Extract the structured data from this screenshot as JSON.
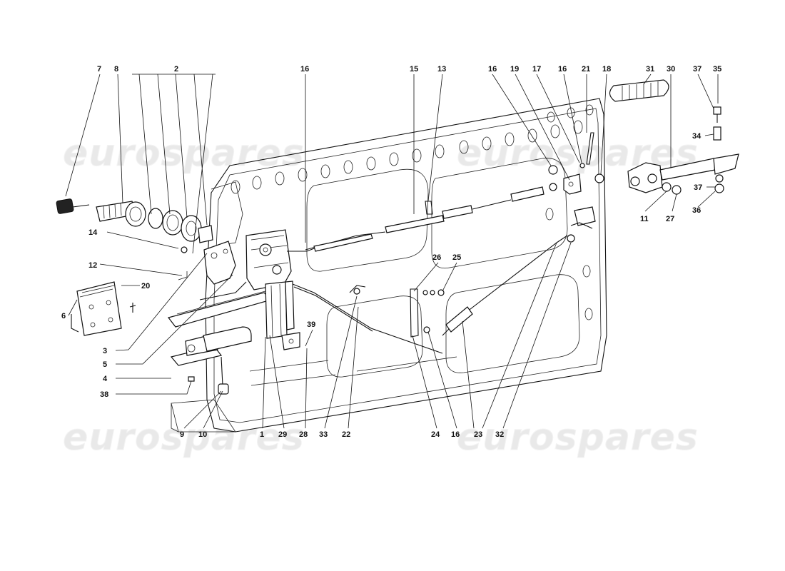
{
  "watermarks": [
    "eurospares",
    "eurospares",
    "eurospares",
    "eurospares"
  ],
  "callouts": [
    {
      "id": "c7",
      "text": "7"
    },
    {
      "id": "c8",
      "text": "8"
    },
    {
      "id": "c2",
      "text": "2"
    },
    {
      "id": "c16a",
      "text": "16"
    },
    {
      "id": "c15",
      "text": "15"
    },
    {
      "id": "c13",
      "text": "13"
    },
    {
      "id": "c16b",
      "text": "16"
    },
    {
      "id": "c19",
      "text": "19"
    },
    {
      "id": "c17",
      "text": "17"
    },
    {
      "id": "c16c",
      "text": "16"
    },
    {
      "id": "c21",
      "text": "21"
    },
    {
      "id": "c18",
      "text": "18"
    },
    {
      "id": "c31",
      "text": "31"
    },
    {
      "id": "c30",
      "text": "30"
    },
    {
      "id": "c37a",
      "text": "37"
    },
    {
      "id": "c35",
      "text": "35"
    },
    {
      "id": "c34",
      "text": "34"
    },
    {
      "id": "c14",
      "text": "14"
    },
    {
      "id": "c12",
      "text": "12"
    },
    {
      "id": "c20",
      "text": "20"
    },
    {
      "id": "c6",
      "text": "6"
    },
    {
      "id": "c3",
      "text": "3"
    },
    {
      "id": "c5",
      "text": "5"
    },
    {
      "id": "c4",
      "text": "4"
    },
    {
      "id": "c38",
      "text": "38"
    },
    {
      "id": "c9",
      "text": "9"
    },
    {
      "id": "c10",
      "text": "10"
    },
    {
      "id": "c1",
      "text": "1"
    },
    {
      "id": "c29",
      "text": "29"
    },
    {
      "id": "c28",
      "text": "28"
    },
    {
      "id": "c33",
      "text": "33"
    },
    {
      "id": "c22",
      "text": "22"
    },
    {
      "id": "c39",
      "text": "39"
    },
    {
      "id": "c26",
      "text": "26"
    },
    {
      "id": "c25",
      "text": "25"
    },
    {
      "id": "c24",
      "text": "24"
    },
    {
      "id": "c16d",
      "text": "16"
    },
    {
      "id": "c23",
      "text": "23"
    },
    {
      "id": "c32",
      "text": "32"
    },
    {
      "id": "c11",
      "text": "11"
    },
    {
      "id": "c27",
      "text": "27"
    },
    {
      "id": "c37b",
      "text": "37"
    },
    {
      "id": "c36",
      "text": "36"
    }
  ]
}
